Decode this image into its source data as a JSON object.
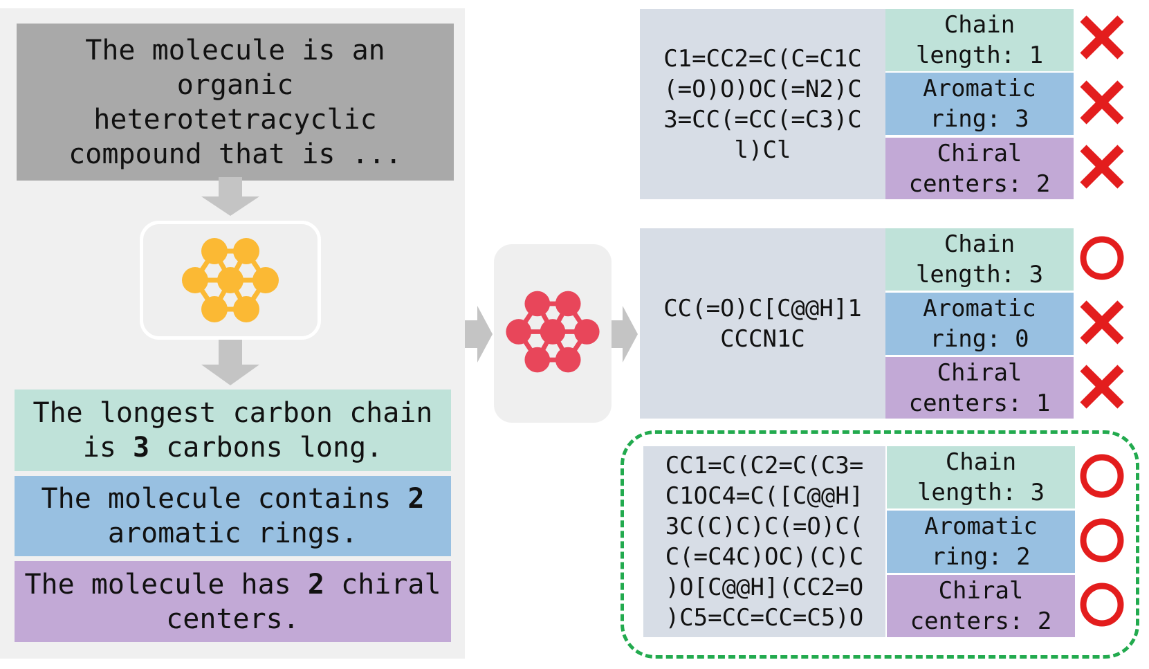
{
  "input": {
    "description": "The molecule is an organic heterotetracyclic compound that is ..."
  },
  "facts": [
    {
      "pre": "The longest carbon chain is ",
      "num": "3",
      "post": " carbons long."
    },
    {
      "pre": "The molecule contains ",
      "num": "2",
      "post": " aromatic rings."
    },
    {
      "pre": "The molecule has ",
      "num": "2",
      "post": " chiral centers."
    }
  ],
  "icons": {
    "encoder": "molecule-graph-icon",
    "generator": "molecule-graph-icon",
    "encoder_color": "#fbb934",
    "generator_color": "#e8465a"
  },
  "candidates": [
    {
      "smiles": "C1=CC2=C(C=C1C(=O)O)OC(=N2)C3=CC(=CC(=C3)Cl)Cl",
      "smiles_lines": [
        "C1=CC2=C(C=C1C",
        "(=O)O)OC(=N2)C",
        "3=CC(=CC(=C3)C",
        "l)Cl"
      ],
      "props": [
        {
          "line1": "Chain",
          "line2": "length: 1",
          "result": "cross"
        },
        {
          "line1": "Aromatic",
          "line2": "ring: 3",
          "result": "cross"
        },
        {
          "line1": "Chiral",
          "line2": "centers: 2",
          "result": "cross"
        }
      ]
    },
    {
      "smiles": "CC(=O)C[C@@H]1CCCN1C",
      "smiles_lines": [
        "CC(=O)C[C@@H]1",
        "CCCN1C"
      ],
      "props": [
        {
          "line1": "Chain",
          "line2": "length: 3",
          "result": "circle"
        },
        {
          "line1": "Aromatic",
          "line2": "ring: 0",
          "result": "cross"
        },
        {
          "line1": "Chiral",
          "line2": "centers: 1",
          "result": "cross"
        }
      ]
    },
    {
      "smiles": "CC1=C(C2=C(C3=C1OC4=C([C@@H]3C(C)C)C(=O)C(C(=C4C)OC)(C)C)O[C@@H](CC2=O)C5=CC=CC=C5)O",
      "smiles_lines": [
        "CC1=C(C2=C(C3=",
        "C1OC4=C([C@@H]",
        "3C(C)C)C(=O)C(",
        "C(=C4C)OC)(C)C",
        ")O[C@@H](CC2=O",
        ")C5=CC=CC=C5)O"
      ],
      "props": [
        {
          "line1": "Chain",
          "line2": "length: 3",
          "result": "circle"
        },
        {
          "line1": "Aromatic",
          "line2": "ring: 2",
          "result": "circle"
        },
        {
          "line1": "Chiral",
          "line2": "centers: 2",
          "result": "circle"
        }
      ]
    }
  ],
  "colors": {
    "cross": "#e31d1d",
    "circle": "#e31d1d",
    "selected_border": "#22aa4e"
  }
}
